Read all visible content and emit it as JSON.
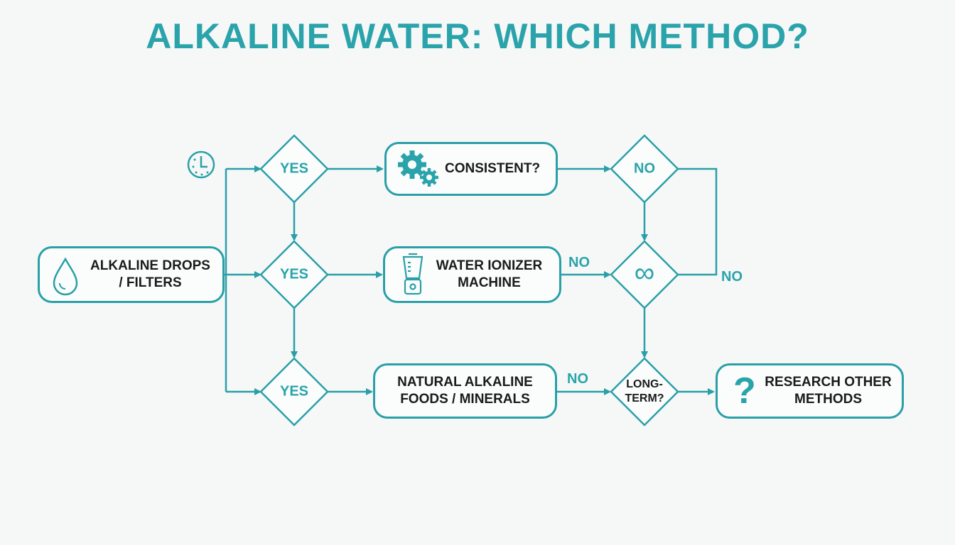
{
  "title": "ALKALINE WATER: WHICH METHOD?",
  "colors": {
    "accent": "#2aa3ab",
    "stroke": "#2a9fa7",
    "text": "#1a1a1a",
    "background": "#f6f8f8"
  },
  "nodes": {
    "start": {
      "line1": "ALKALINE DROPS",
      "line2": "/ FILTERS",
      "icon": "water-drop-icon"
    },
    "consistent": {
      "label": "CONSISTENT?",
      "icon": "gears-icon"
    },
    "ionizer": {
      "line1": "WATER IONIZER",
      "line2": "MACHINE",
      "icon": "blender-icon"
    },
    "natural": {
      "line1": "NATURAL ALKALINE",
      "line2": "FOODS / MINERALS"
    },
    "research": {
      "line1": "RESEARCH OTHER",
      "line2": "METHODS",
      "icon": "question-mark-icon"
    }
  },
  "decisions": {
    "yes1": "YES",
    "yes2": "YES",
    "yes3": "YES",
    "no_top": "NO",
    "infinity": "∞",
    "longterm_line1": "LONG-",
    "longterm_line2": "TERM?"
  },
  "edge_labels": {
    "ionizer_no": "NO",
    "loop_no": "NO",
    "natural_no": "NO"
  },
  "decor": {
    "clock": "clock-icon"
  }
}
